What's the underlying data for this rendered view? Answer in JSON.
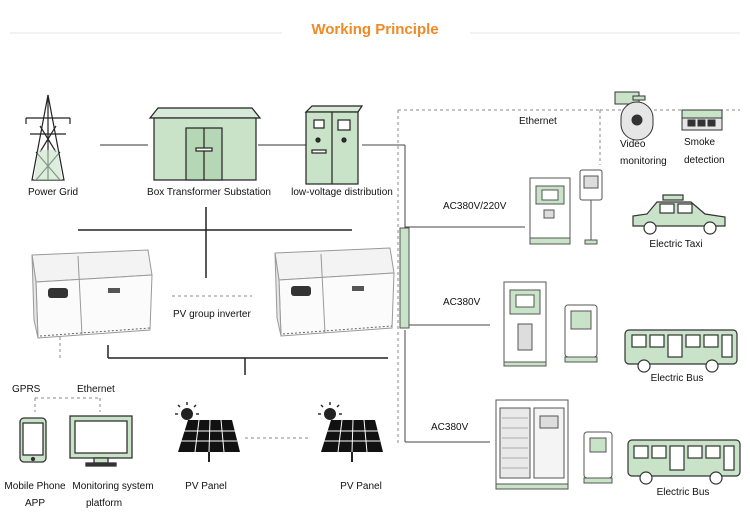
{
  "title": "Working Principle",
  "labels": {
    "power_grid": "Power Grid",
    "box_transformer": "Box Transformer Substation",
    "low_voltage": "low-voltage distribution",
    "pv_inverter": "PV group inverter",
    "gprs": "GPRS",
    "ethernet_left": "Ethernet",
    "mobile_app_line1": "Mobile Phone",
    "mobile_app_line2": "APP",
    "monitoring_line1": "Monitoring system",
    "monitoring_line2": "platform",
    "pv_panel_1": "PV Panel",
    "pv_panel_2": "PV Panel",
    "ethernet_right": "Ethernet",
    "video_line1": "Video",
    "video_line2": "monitoring",
    "smoke_line1": "Smoke",
    "smoke_line2": "detection",
    "ac_1": "AC380V/220V",
    "ac_2": "AC380V",
    "ac_3": "AC380V",
    "electric_taxi": "Electric Taxi",
    "electric_bus_1": "Electric Bus",
    "electric_bus_2": "Electric Bus"
  },
  "colors": {
    "accent": "#f08a24",
    "equipment_green": "#c8e3c8",
    "line": "#222222",
    "dashed": "#888888"
  }
}
